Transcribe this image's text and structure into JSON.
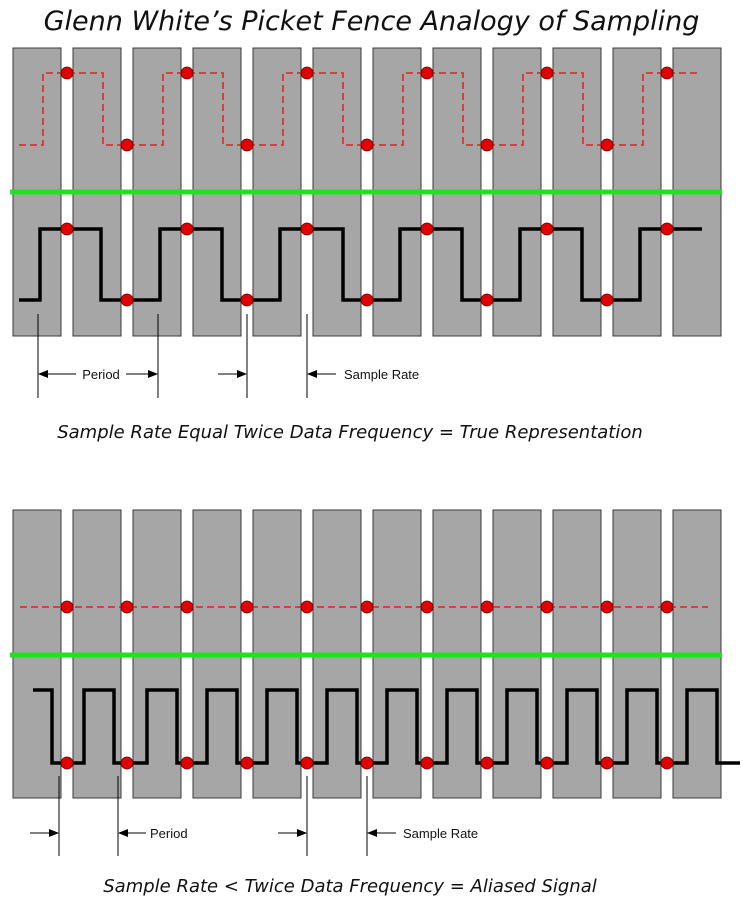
{
  "title": "Glenn White’s Picket Fence Analogy of Sampling",
  "colors": {
    "picket_fill": "#a6a6a6",
    "picket_stroke": "#3a3a3a",
    "rail": "#22e022",
    "sampled_signal": "#e02020",
    "data_signal": "#000000",
    "sample_point": "#e00000"
  },
  "panels": [
    {
      "id": "top",
      "caption": "Sample Rate Equal Twice Data Frequency = True Representation",
      "period_label": "Period",
      "sample_rate_label": "Sample Rate"
    },
    {
      "id": "bottom",
      "caption": "Sample Rate < Twice Data Frequency = Aliased Signal",
      "period_label": "Period",
      "sample_rate_label": "Sample Rate"
    }
  ]
}
